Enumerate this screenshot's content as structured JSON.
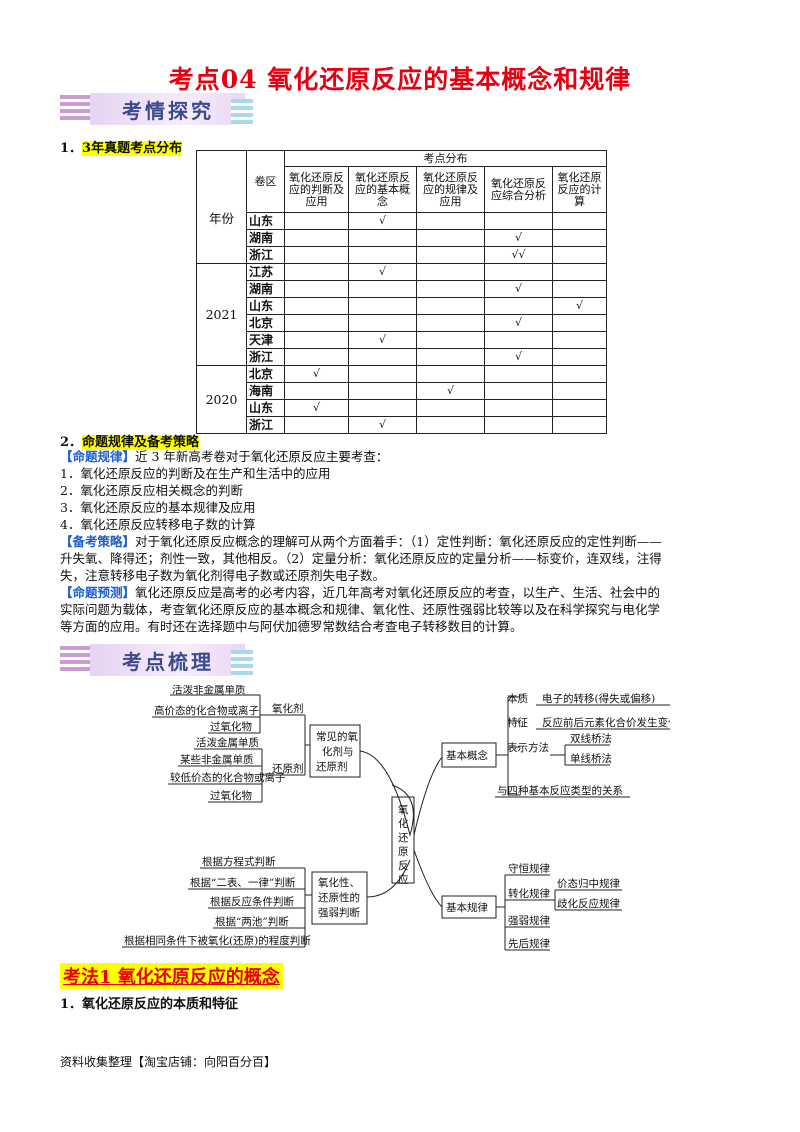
{
  "title": "考点04    氧化还原反应的基本概念和规律",
  "banner1": "考情探究",
  "banner2": "考点梳理",
  "section1": {
    "num": "1．",
    "label": "3年真题考点分布"
  },
  "table": {
    "top_header": "考点分布",
    "year_label": "年份",
    "region_label": "卷区",
    "columns": [
      "氧化还原反应的判断及应用",
      "氧化还原反应的基本概念",
      "氧化还原反应的规律及应用",
      "氧化还原反应综合分析",
      "氧化还原反应的计算"
    ],
    "mark": "√",
    "groups": [
      {
        "year": "",
        "rows": [
          {
            "region": "山东",
            "marks": [
              "",
              "√",
              "",
              "",
              ""
            ]
          },
          {
            "region": "湖南",
            "marks": [
              "",
              "",
              "",
              "√",
              ""
            ]
          },
          {
            "region": "浙江",
            "marks": [
              "",
              "",
              "",
              "√√",
              ""
            ]
          }
        ]
      },
      {
        "year": "2021",
        "rows": [
          {
            "region": "江苏",
            "marks": [
              "",
              "√",
              "",
              "",
              ""
            ]
          },
          {
            "region": "湖南",
            "marks": [
              "",
              "",
              "",
              "√",
              ""
            ]
          },
          {
            "region": "山东",
            "marks": [
              "",
              "",
              "",
              "",
              "√"
            ]
          },
          {
            "region": "北京",
            "marks": [
              "",
              "",
              "",
              "√",
              ""
            ]
          },
          {
            "region": "天津",
            "marks": [
              "",
              "√",
              "",
              "",
              ""
            ]
          },
          {
            "region": "浙江",
            "marks": [
              "",
              "",
              "",
              "√",
              ""
            ]
          }
        ]
      },
      {
        "year": "2020",
        "rows": [
          {
            "region": "北京",
            "marks": [
              "√",
              "",
              "",
              "",
              ""
            ]
          },
          {
            "region": "海南",
            "marks": [
              "",
              "",
              "√",
              "",
              ""
            ]
          },
          {
            "region": "山东",
            "marks": [
              "√",
              "",
              "",
              "",
              ""
            ]
          },
          {
            "region": "浙江",
            "marks": [
              "",
              "√",
              "",
              "",
              ""
            ]
          }
        ]
      }
    ]
  },
  "section2": {
    "num": "2．",
    "label": "命题规律及备考策略"
  },
  "rule_intro": {
    "tag": "【命题规律】",
    "text": "近 3 年新高考卷对于氧化还原反应主要考查："
  },
  "rule_items": [
    "1．氧化还原反应的判断及在生产和生活中的应用",
    "2．氧化还原反应相关概念的判断",
    "3．氧化还原反应的基本规律及应用",
    "4．氧化还原反应转移电子数的计算"
  ],
  "strategy": {
    "tag": "【备考策略】",
    "line1": "对于氧化还原反应概念的理解可从两个方面着手：（1）定性判断：氧化还原反应的定性判断——",
    "line2": "升失氧、降得还；剂性一致，其他相反。（2）定量分析：氧化还原反应的定量分析——标变价，连双线，注得",
    "line3": "失，注意转移电子数为氧化剂得电子数或还原剂失电子数。"
  },
  "forecast": {
    "tag": "【命题预测】",
    "line1": "氧化还原反应是高考的必考内容，近几年高考对氧化还原反应的考查，以生产、生活、社会中的",
    "line2": "实际问题为载体，考查氧化还原反应的基本概念和规律、氧化性、还原性强弱比较等以及在科学探究与电化学",
    "line3": "等方面的应用。有时还在选择题中与阿伏加德罗常数结合考查电子转移数目的计算。"
  },
  "mindmap": {
    "center": "氧化还原反应",
    "oxidant_items": [
      "活泼非金属单质",
      "高价态的化合物或离子",
      "过氧化物"
    ],
    "oxidant_label": "氧化剂",
    "reductant_items": [
      "活泼金属单质",
      "某些非金属单质",
      "较低价态的化合物或离子",
      "过氧化物"
    ],
    "reductant_label": "还原剂",
    "common_box": [
      "常见的氧",
      "化剂与",
      "还原剂"
    ],
    "judge_items": [
      "根据方程式判断",
      "根据“二表、一律”判断",
      "根据反应条件判断",
      "根据“两池”判断",
      "根据相同条件下被氧化(还原)的程度判断"
    ],
    "judge_box": [
      "氧化性、",
      "还原性的",
      "强弱判断"
    ],
    "basic_concept": "基本概念",
    "concept_items": [
      {
        "k": "本质",
        "v": "电子的转移(得失或偏移)"
      },
      {
        "k": "特征",
        "v": "反应前后元素化合价发生变化"
      }
    ],
    "expr_label": "表示方法",
    "expr_items": [
      "双线桥法",
      "单线桥法"
    ],
    "relation": "与四种基本反应类型的关系",
    "basic_law": "基本规律",
    "law_items": [
      "守恒规律",
      "转化规律",
      "强弱规律",
      "先后规律"
    ],
    "transform_items": [
      "价态归中规律",
      "歧化反应规律"
    ]
  },
  "section3": "考法1    氧化还原反应的概念",
  "sub1": "1．氧化还原反应的本质和特征",
  "footer": "资料收集整理【淘宝店铺：向阳百分百】"
}
